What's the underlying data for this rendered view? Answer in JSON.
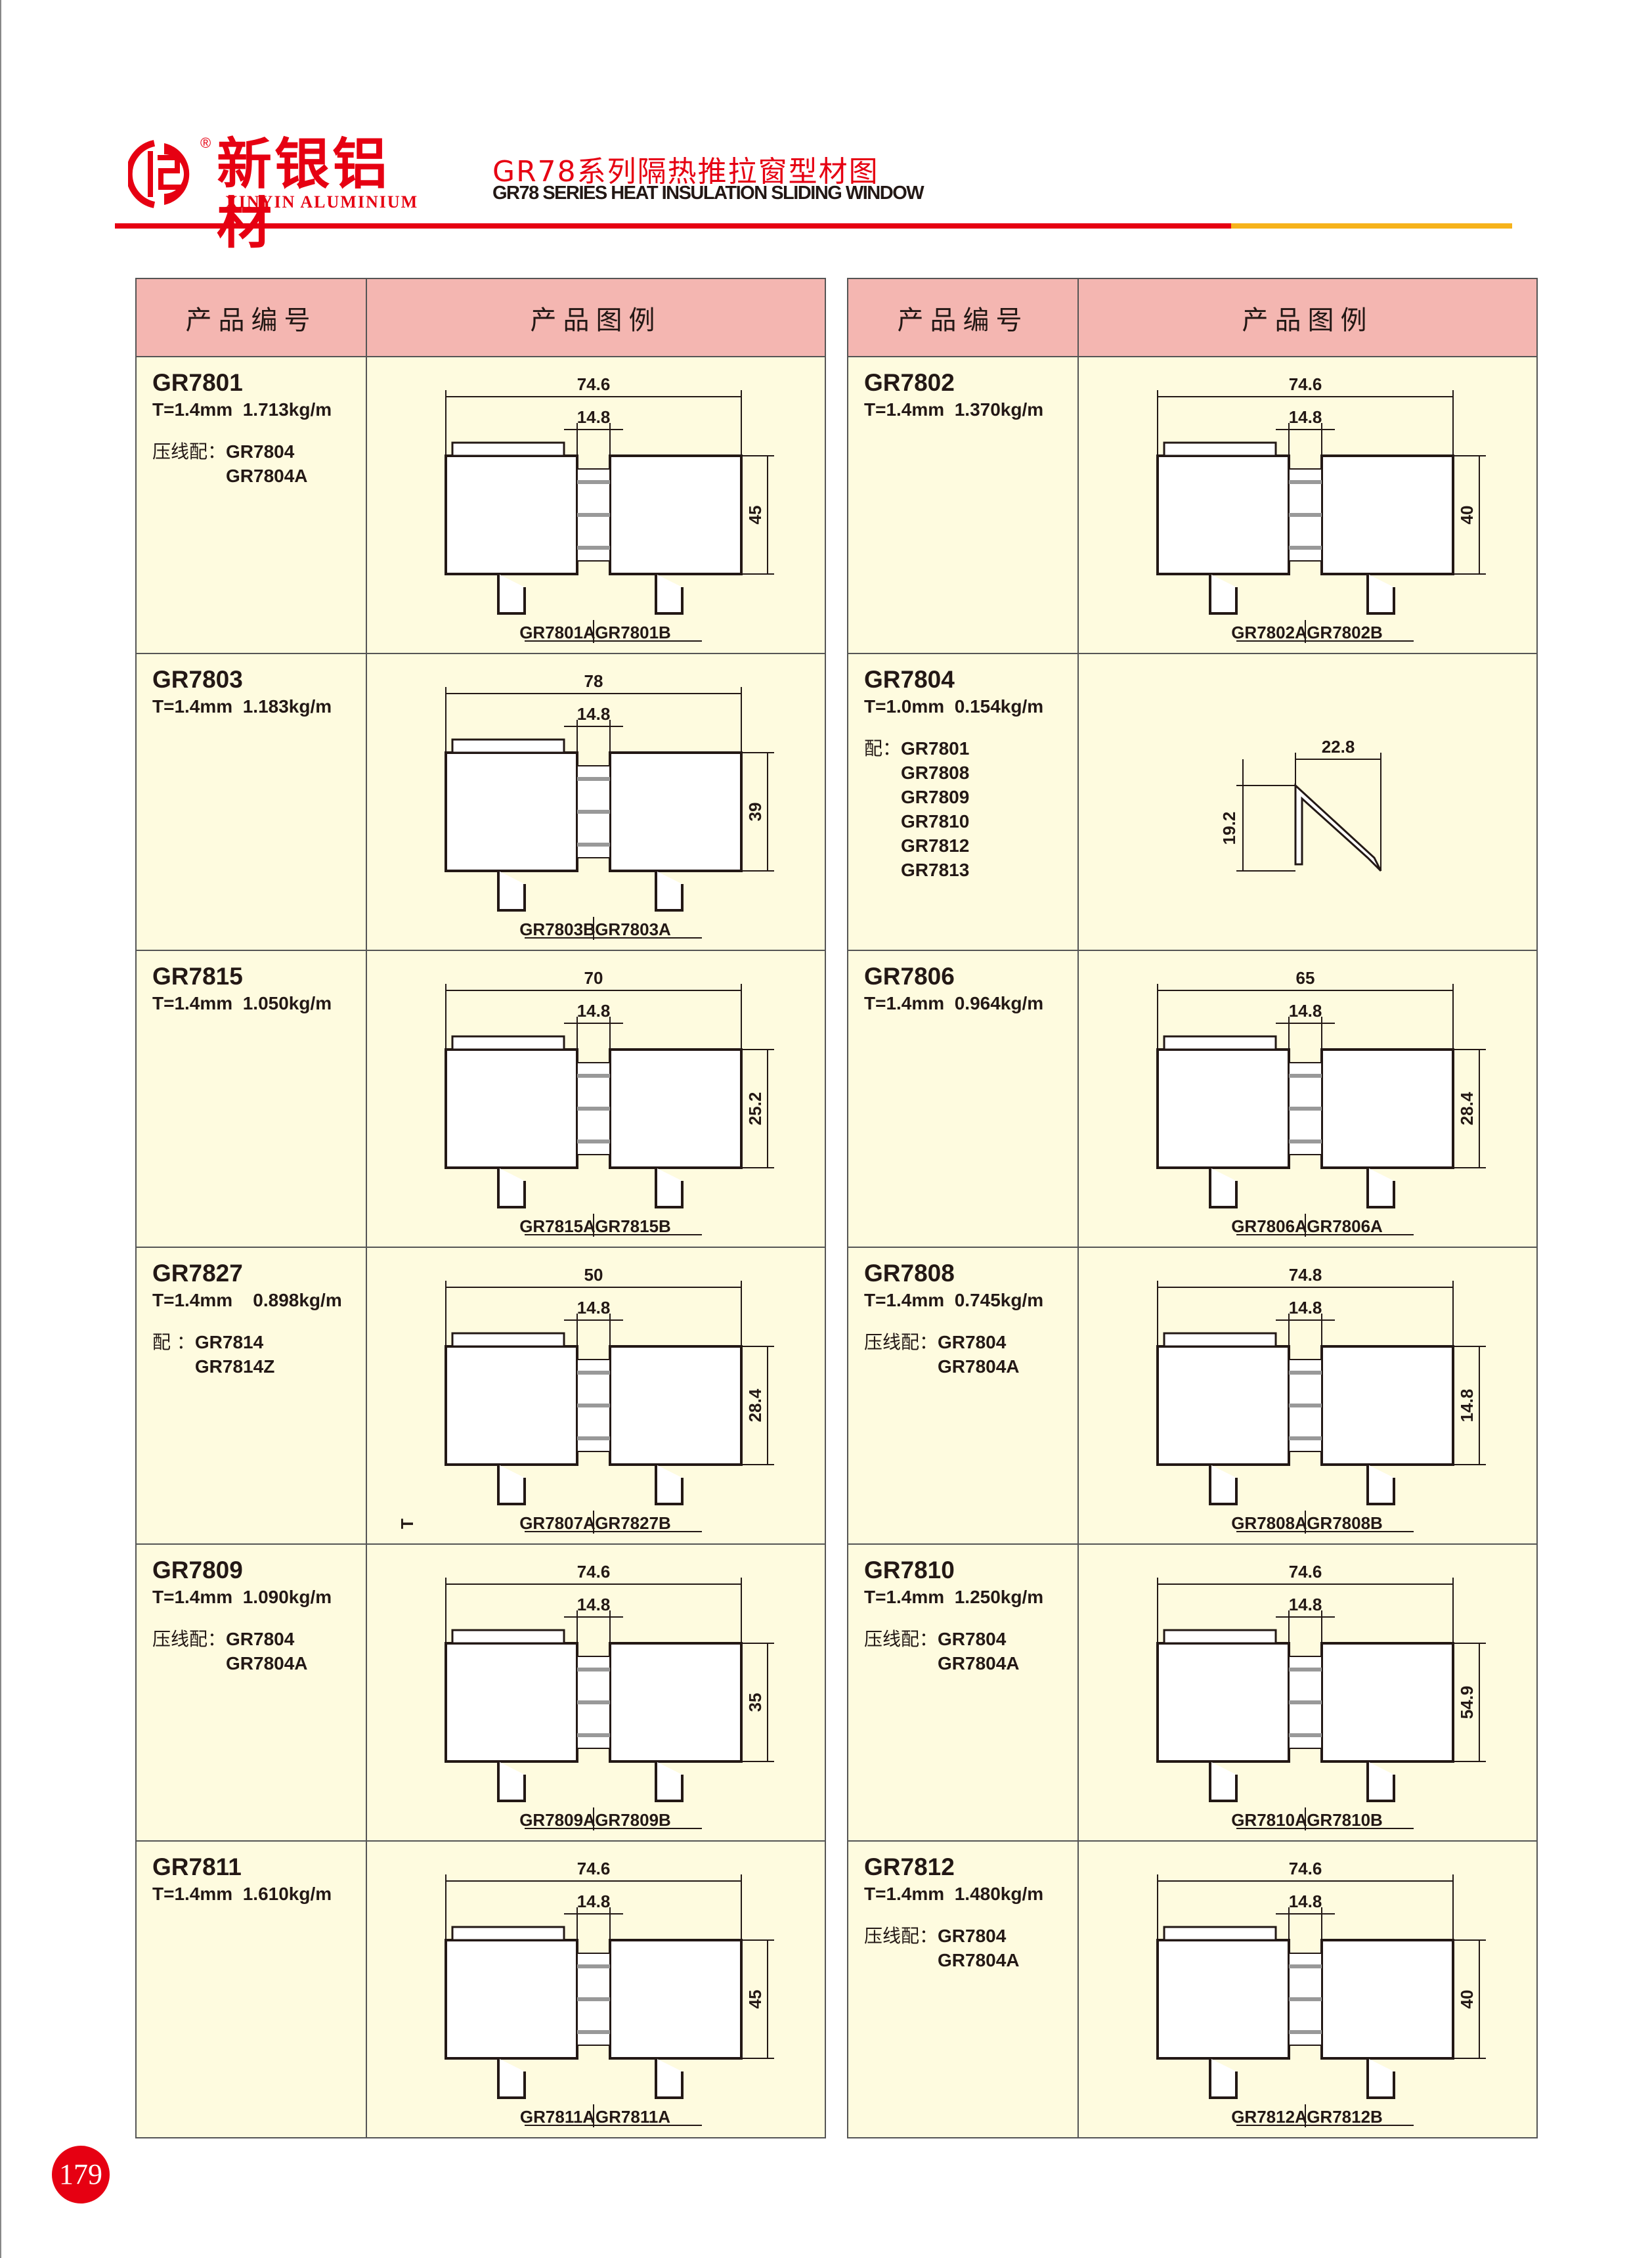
{
  "header": {
    "brand_cn": "新银铝材",
    "brand_en": "XINYIN ALUMINIUM",
    "registered": "®",
    "title_cn": "GR78系列隔热推拉窗型材图",
    "title_en": "GR78 SERIES HEAT INSULATION SLIDING WINDOW"
  },
  "table_headers": {
    "code": "产品编号",
    "drawing": "产品图例"
  },
  "colors": {
    "red": "#e60012",
    "yellow": "#f6b31b",
    "header_bg": "#f4b6b1",
    "cell_bg": "#fefbdf"
  },
  "left": [
    {
      "code": "GR7801",
      "spec": "T=1.4mm  1.713kg/m",
      "note_label": "压线配：",
      "note_items": [
        "GR7804",
        "GR7804A"
      ],
      "dims": {
        "top": "74.6",
        "mid": "14.8",
        "side": "45"
      },
      "parts": [
        "GR7801A",
        "GR7801B"
      ]
    },
    {
      "code": "GR7803",
      "spec": "T=1.4mm  1.183kg/m",
      "note_label": "",
      "note_items": [],
      "dims": {
        "top": "78",
        "mid": "14.8",
        "side": "39"
      },
      "parts": [
        "GR7803B",
        "GR7803A"
      ]
    },
    {
      "code": "GR7815",
      "spec": "T=1.4mm  1.050kg/m",
      "note_label": "",
      "note_items": [],
      "dims": {
        "top": "70",
        "mid": "14.8",
        "side": "25.2"
      },
      "parts": [
        "GR7815A",
        "GR7815B"
      ]
    },
    {
      "code": "GR7827",
      "spec": "T=1.4mm    0.898kg/m",
      "note_label": "配 ：",
      "note_items": [
        "GR7814",
        "GR7814Z"
      ],
      "dims": {
        "top": "50",
        "mid": "14.8",
        "side": "28.4"
      },
      "parts": [
        "GR7807A",
        "GR7827B"
      ],
      "extra": "T"
    },
    {
      "code": "GR7809",
      "spec": "T=1.4mm  1.090kg/m",
      "note_label": "压线配：",
      "note_items": [
        "GR7804",
        "GR7804A"
      ],
      "dims": {
        "top": "74.6",
        "mid": "14.8",
        "side": "35"
      },
      "parts": [
        "GR7809A",
        "GR7809B"
      ]
    },
    {
      "code": "GR7811",
      "spec": "T=1.4mm  1.610kg/m",
      "note_label": "",
      "note_items": [],
      "dims": {
        "top": "74.6",
        "mid": "14.8",
        "side": "45"
      },
      "parts": [
        "GR7811A",
        "GR7811A"
      ]
    }
  ],
  "right": [
    {
      "code": "GR7802",
      "spec": "T=1.4mm  1.370kg/m",
      "note_label": "",
      "note_items": [],
      "dims": {
        "top": "74.6",
        "mid": "14.8",
        "side": "40"
      },
      "parts": [
        "GR7802A",
        "GR7802B"
      ]
    },
    {
      "code": "GR7804",
      "spec": "T=1.0mm  0.154kg/m",
      "note_label": "配：",
      "note_items": [
        "GR7801",
        "GR7808",
        "GR7809",
        "GR7810",
        "GR7812",
        "GR7813"
      ],
      "dims": {
        "top": "22.8",
        "mid": "",
        "side": "19.2"
      },
      "parts": []
    },
    {
      "code": "GR7806",
      "spec": "T=1.4mm  0.964kg/m",
      "note_label": "",
      "note_items": [],
      "dims": {
        "top": "65",
        "mid": "14.8",
        "side": "28.4"
      },
      "parts": [
        "GR7806A",
        "GR7806A"
      ]
    },
    {
      "code": "GR7808",
      "spec": "T=1.4mm  0.745kg/m",
      "note_label": "压线配：",
      "note_items": [
        "GR7804",
        "GR7804A"
      ],
      "dims": {
        "top": "74.8",
        "mid": "14.8",
        "side": "14.8"
      },
      "parts": [
        "GR7808A",
        "GR7808B"
      ]
    },
    {
      "code": "GR7810",
      "spec": "T=1.4mm  1.250kg/m",
      "note_label": "压线配：",
      "note_items": [
        "GR7804",
        "GR7804A"
      ],
      "dims": {
        "top": "74.6",
        "mid": "14.8",
        "side": "54.9"
      },
      "parts": [
        "GR7810A",
        "GR7810B"
      ]
    },
    {
      "code": "GR7812",
      "spec": "T=1.4mm  1.480kg/m",
      "note_label": "压线配：",
      "note_items": [
        "GR7804",
        "GR7804A"
      ],
      "dims": {
        "top": "74.6",
        "mid": "14.8",
        "side": "40"
      },
      "parts": [
        "GR7812A",
        "GR7812B"
      ]
    }
  ],
  "page_number": "179"
}
